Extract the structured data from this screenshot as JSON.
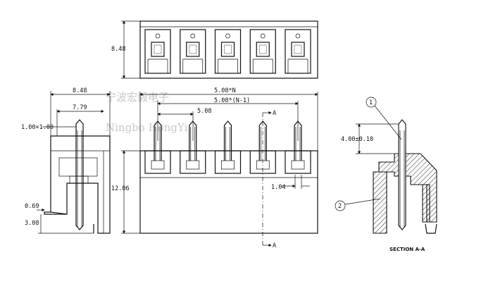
{
  "watermark": {
    "line1": "宁波宏毅电子",
    "line2": "Ningbo HongYi"
  },
  "top_view": {
    "height_dim": "8.48",
    "pin_count": 5
  },
  "side_view": {
    "width_dim": "8.48",
    "inner_width_dim": "7.79",
    "pin_section_dim": "1.00×1.00",
    "offset_dim": "0.69",
    "tail_dim": "3.08"
  },
  "front_view": {
    "total_dim": "5.08*N",
    "span_dim": "5.08*(N-1)",
    "pitch_dim": "5.08",
    "height_dim": "12.06",
    "gap_dim": "1.04",
    "section_mark": "A"
  },
  "section_view": {
    "pin_height_dim": "4.00±0.10",
    "callout_1": "1",
    "callout_2": "2",
    "caption": "SECTION A-A"
  }
}
